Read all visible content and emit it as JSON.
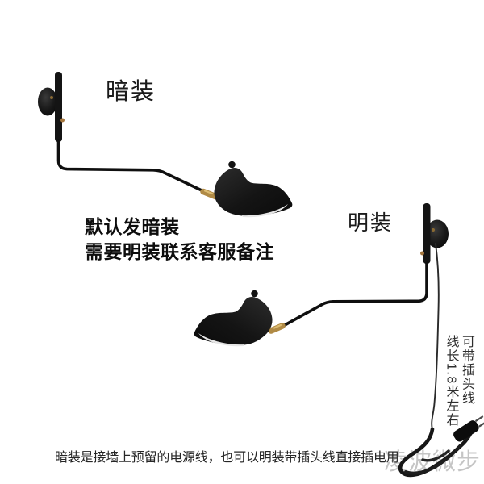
{
  "lamps": {
    "concealed_label": "暗装",
    "surface_label": "明装"
  },
  "product_note": {
    "line1": "默认发暗装",
    "line2": "需要明装联系客服备注"
  },
  "plug_note": {
    "col_right": "可带插头线",
    "col_left": "线长1.8米左右"
  },
  "caption": "暗装是接墙上预留的电源线，也可以明装带插头线直接插电用",
  "watermark": "凌波微步",
  "colors": {
    "background": "#ffffff",
    "lamp_black": "#141414",
    "brass_joint": "#b08a45",
    "cord": "#2a2a2a",
    "text": "#1b1b1b",
    "watermark": "#c5c5c5",
    "shade_inner": "#e6e6e6"
  }
}
